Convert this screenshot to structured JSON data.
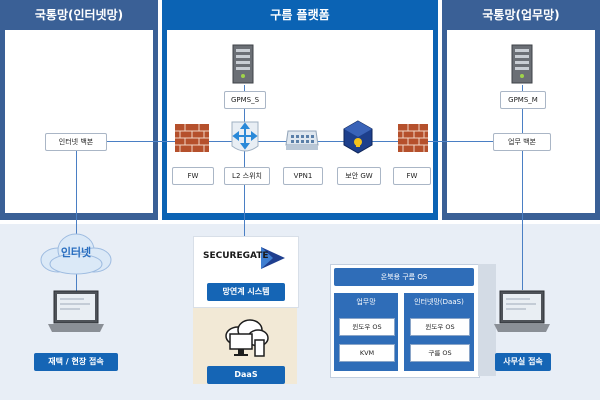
{
  "panels": {
    "left_title": "국통망(인터넷망)",
    "middle_title": "구름 플랫폼",
    "right_title": "국통망(업무망)"
  },
  "servers": {
    "gpms_s": "GPMS_S",
    "gpms_m": "GPMS_M"
  },
  "nodes": {
    "internet_backbone": "인터넷 백본",
    "work_backbone": "업무 백본",
    "fw_left": "FW",
    "l2_switch": "L2 스위치",
    "vpn": "VPN1",
    "security_gw": "보안 GW",
    "fw_right": "FW"
  },
  "cloud_label": "인터넷",
  "securegate": {
    "logo_text": "SECUREGATE",
    "label": "망연계 시스템",
    "daas": "DaaS"
  },
  "os_panel": {
    "title": "온북용 구름 OS",
    "col1_title": "업무망",
    "col2_title": "인터넷망(DaaS)",
    "col1_items": [
      "윈도우 OS",
      "KVM"
    ],
    "col2_items": [
      "윈도우 OS",
      "구름 OS"
    ]
  },
  "laptops": {
    "left_label": "재택 / 현장 접속",
    "right_label": "사무실 접속"
  },
  "colors": {
    "panel_side": "#3a6096",
    "panel_middle": "#0b63b4",
    "accent_button": "#1565b5",
    "bottom_bg": "#e8eef6"
  }
}
